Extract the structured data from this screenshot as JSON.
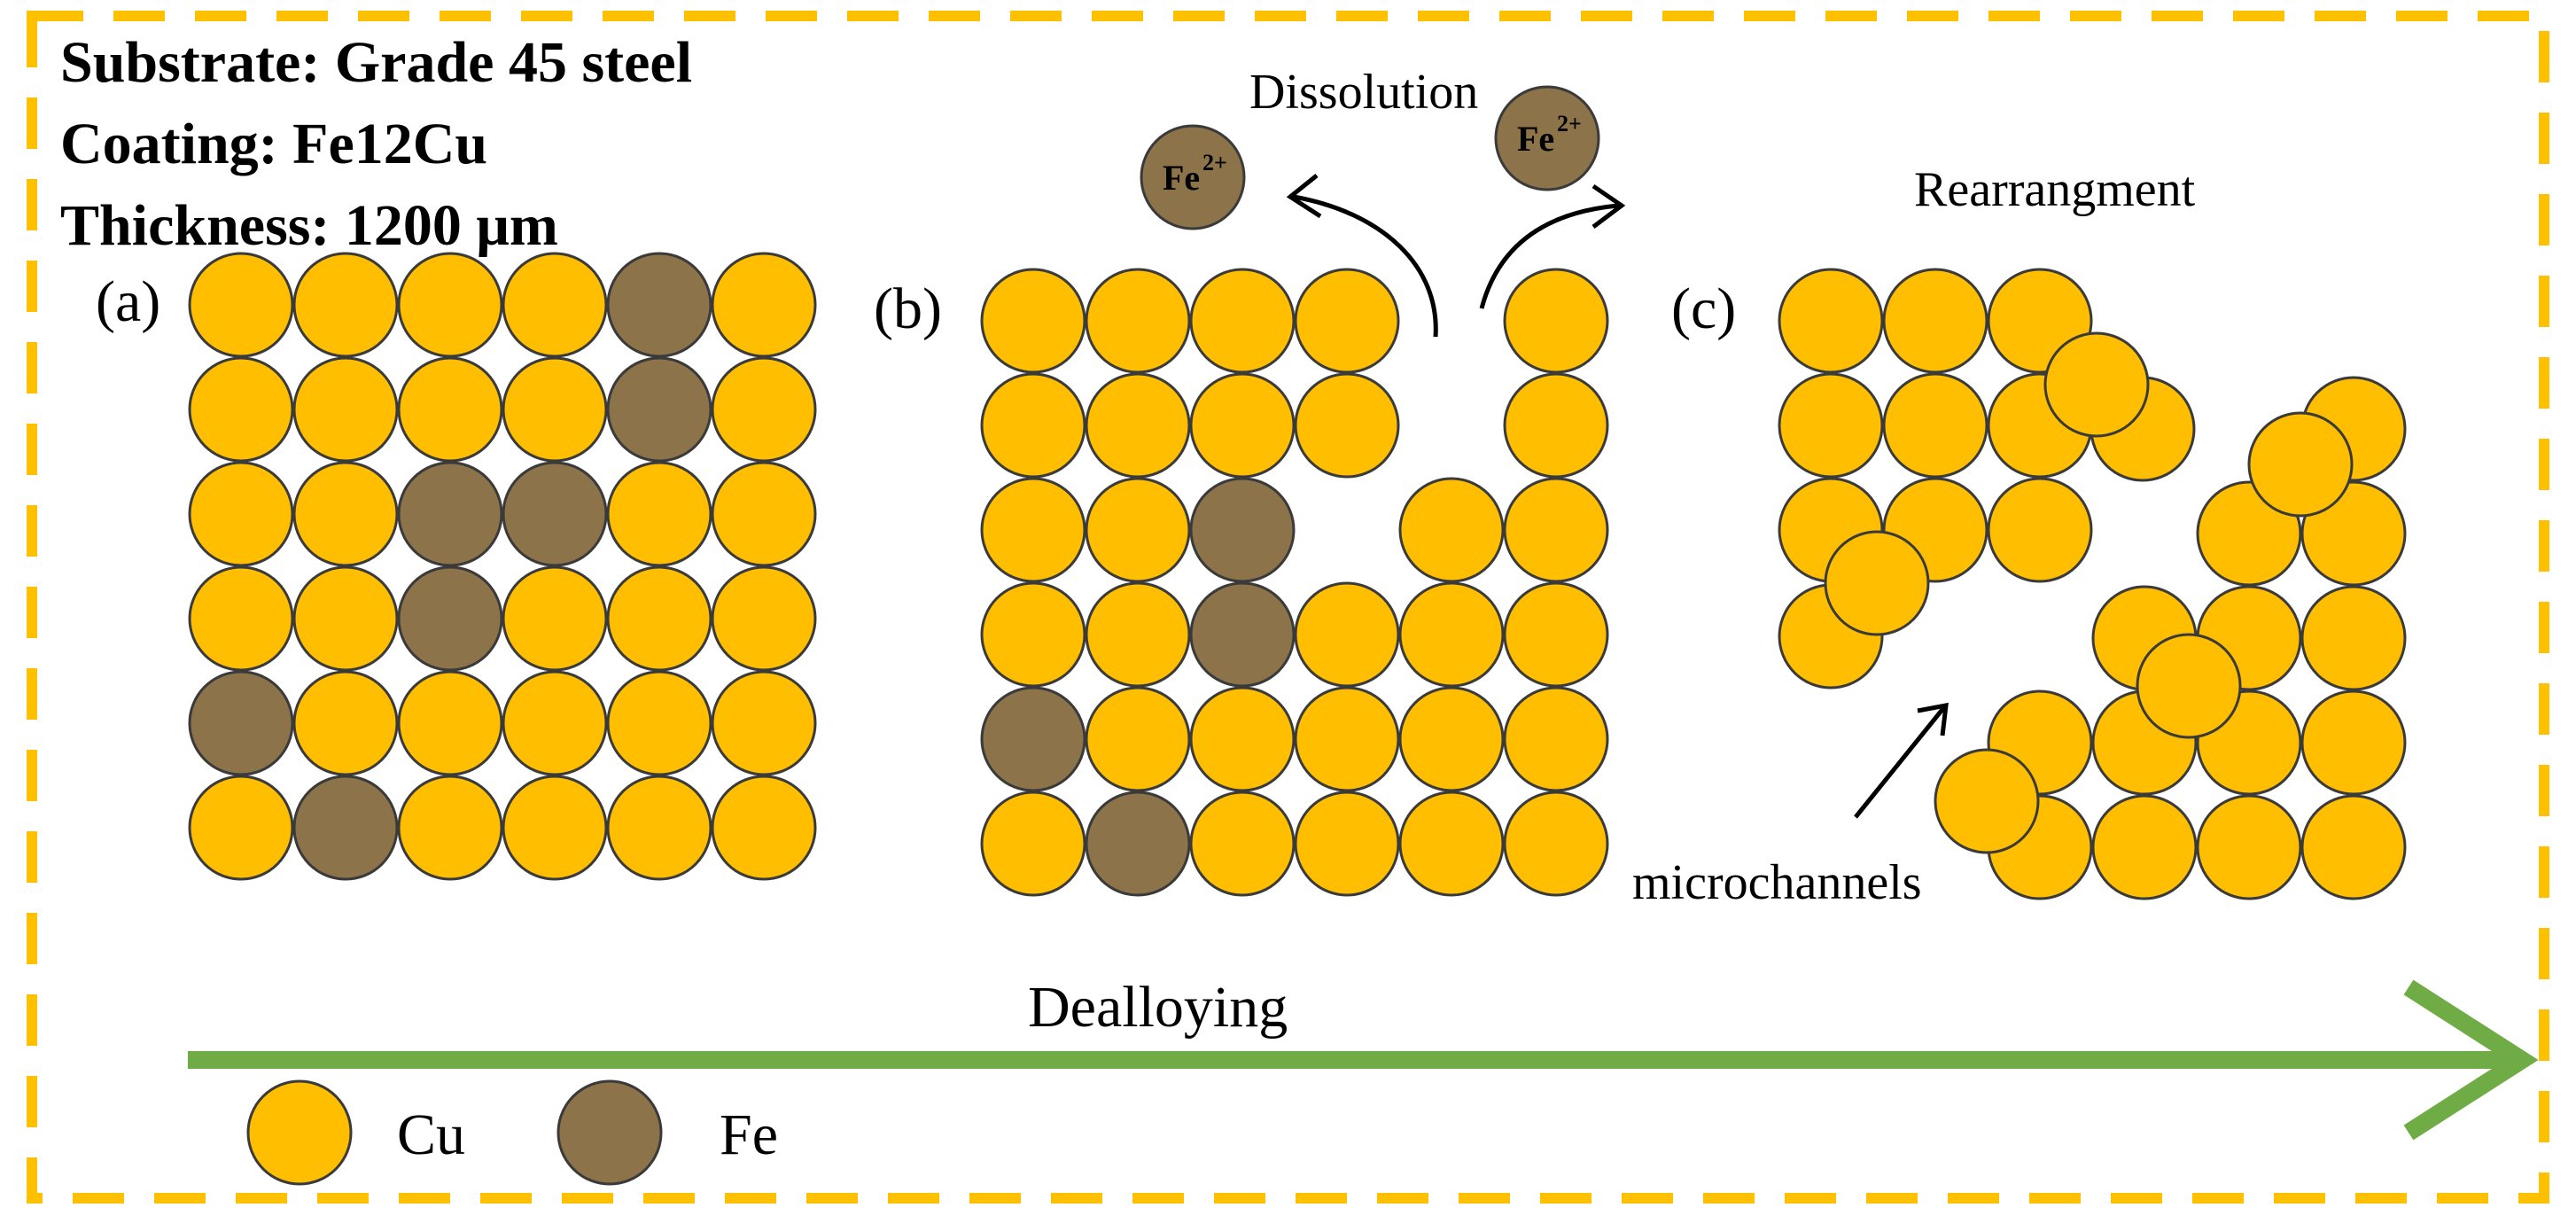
{
  "info": {
    "substrate": "Substrate: Grade 45 steel",
    "coating": "Coating: Fe12Cu",
    "thickness": "Thickness: 1200 μm"
  },
  "panels": {
    "a": {
      "label": "(a)"
    },
    "b": {
      "label": "(b)"
    },
    "c": {
      "label": "(c)"
    }
  },
  "annotations": {
    "dissolution": "Dissolution",
    "rearrangement": "Rearrangment",
    "microchannels": "microchannels",
    "ion_base": "Fe",
    "ion_charge": "2+"
  },
  "process": {
    "label": "Dealloying"
  },
  "legend": {
    "cu": {
      "label": "Cu",
      "color": "#FFBF00"
    },
    "fe": {
      "label": "Fe",
      "color": "#8C7349"
    }
  },
  "colors": {
    "border": "#FFC000",
    "arrow": "#6FAC46",
    "outline": "#3A3A3A"
  },
  "grid_a": [
    [
      "Cu",
      "Cu",
      "Cu",
      "Cu",
      "Fe",
      "Cu"
    ],
    [
      "Cu",
      "Cu",
      "Cu",
      "Cu",
      "Fe",
      "Cu"
    ],
    [
      "Cu",
      "Cu",
      "Fe",
      "Fe",
      "Cu",
      "Cu"
    ],
    [
      "Cu",
      "Cu",
      "Fe",
      "Cu",
      "Cu",
      "Cu"
    ],
    [
      "Fe",
      "Cu",
      "Cu",
      "Cu",
      "Cu",
      "Cu"
    ],
    [
      "Cu",
      "Fe",
      "Cu",
      "Cu",
      "Cu",
      "Cu"
    ]
  ],
  "grid_b": [
    [
      "Cu",
      "Cu",
      "Cu",
      "Cu",
      "",
      "Cu"
    ],
    [
      "Cu",
      "Cu",
      "Cu",
      "Cu",
      "",
      "Cu"
    ],
    [
      "Cu",
      "Cu",
      "Fe",
      "",
      "Cu",
      "Cu"
    ],
    [
      "Cu",
      "Cu",
      "Fe",
      "Cu",
      "Cu",
      "Cu"
    ],
    [
      "Fe",
      "Cu",
      "Cu",
      "Cu",
      "Cu",
      "Cu"
    ],
    [
      "Cu",
      "Fe",
      "Cu",
      "Cu",
      "Cu",
      "Cu"
    ]
  ]
}
